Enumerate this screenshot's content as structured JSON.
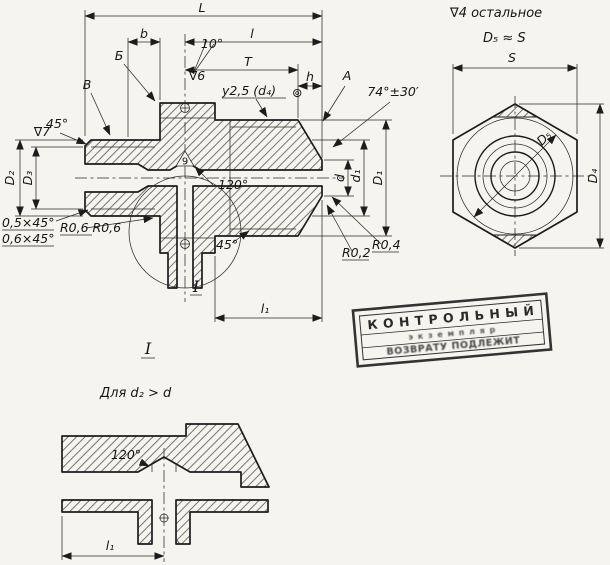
{
  "notes": {
    "finish_rest": "∇4  остальное",
    "d5_approx": "D₅ ≈ S"
  },
  "main_view": {
    "dim_L": "L",
    "dim_b": "b",
    "dim_l": "l",
    "dim_T": "T",
    "dim_h": "h",
    "surface_B": "Б",
    "surface_V": "В",
    "surface_A": "А",
    "angle_10": "10°",
    "finish_6": "∇6",
    "finish_7": "∇7",
    "thread_callout": "у2,5 (d₄)",
    "concentricity": "⊚",
    "angle_74": "74°±30′",
    "dim_d": "d",
    "dim_d1": "d₁",
    "dim_D1": "D₁",
    "dim_D2": "D₂",
    "dim_D3": "D₃",
    "angle_45_left": "45°",
    "angle_45_right": "45°",
    "angle_120": "120°",
    "chamfer_05": "0,5×45°",
    "chamfer_06": "0,6×45°",
    "radius_note": "R0,6  R0,6",
    "radius_02": "R0,2",
    "radius_04": "R0,4",
    "dim_l1": "l₁",
    "detail_ref": "I",
    "quality_mark": "9"
  },
  "end_view": {
    "dim_S": "S",
    "dim_D4": "D₄",
    "dim_D5": "D₅"
  },
  "detail_view": {
    "title": "I",
    "condition": "Для d₂ > d",
    "angle_120": "120°",
    "dim_l1": "l₁"
  },
  "stamp": {
    "line1": "К О Н Т Р О Л Ь Н Ы Й",
    "line2": "э к з е м п л я р",
    "line3": "ВОЗВРАТУ  ПОДЛЕЖИТ"
  }
}
